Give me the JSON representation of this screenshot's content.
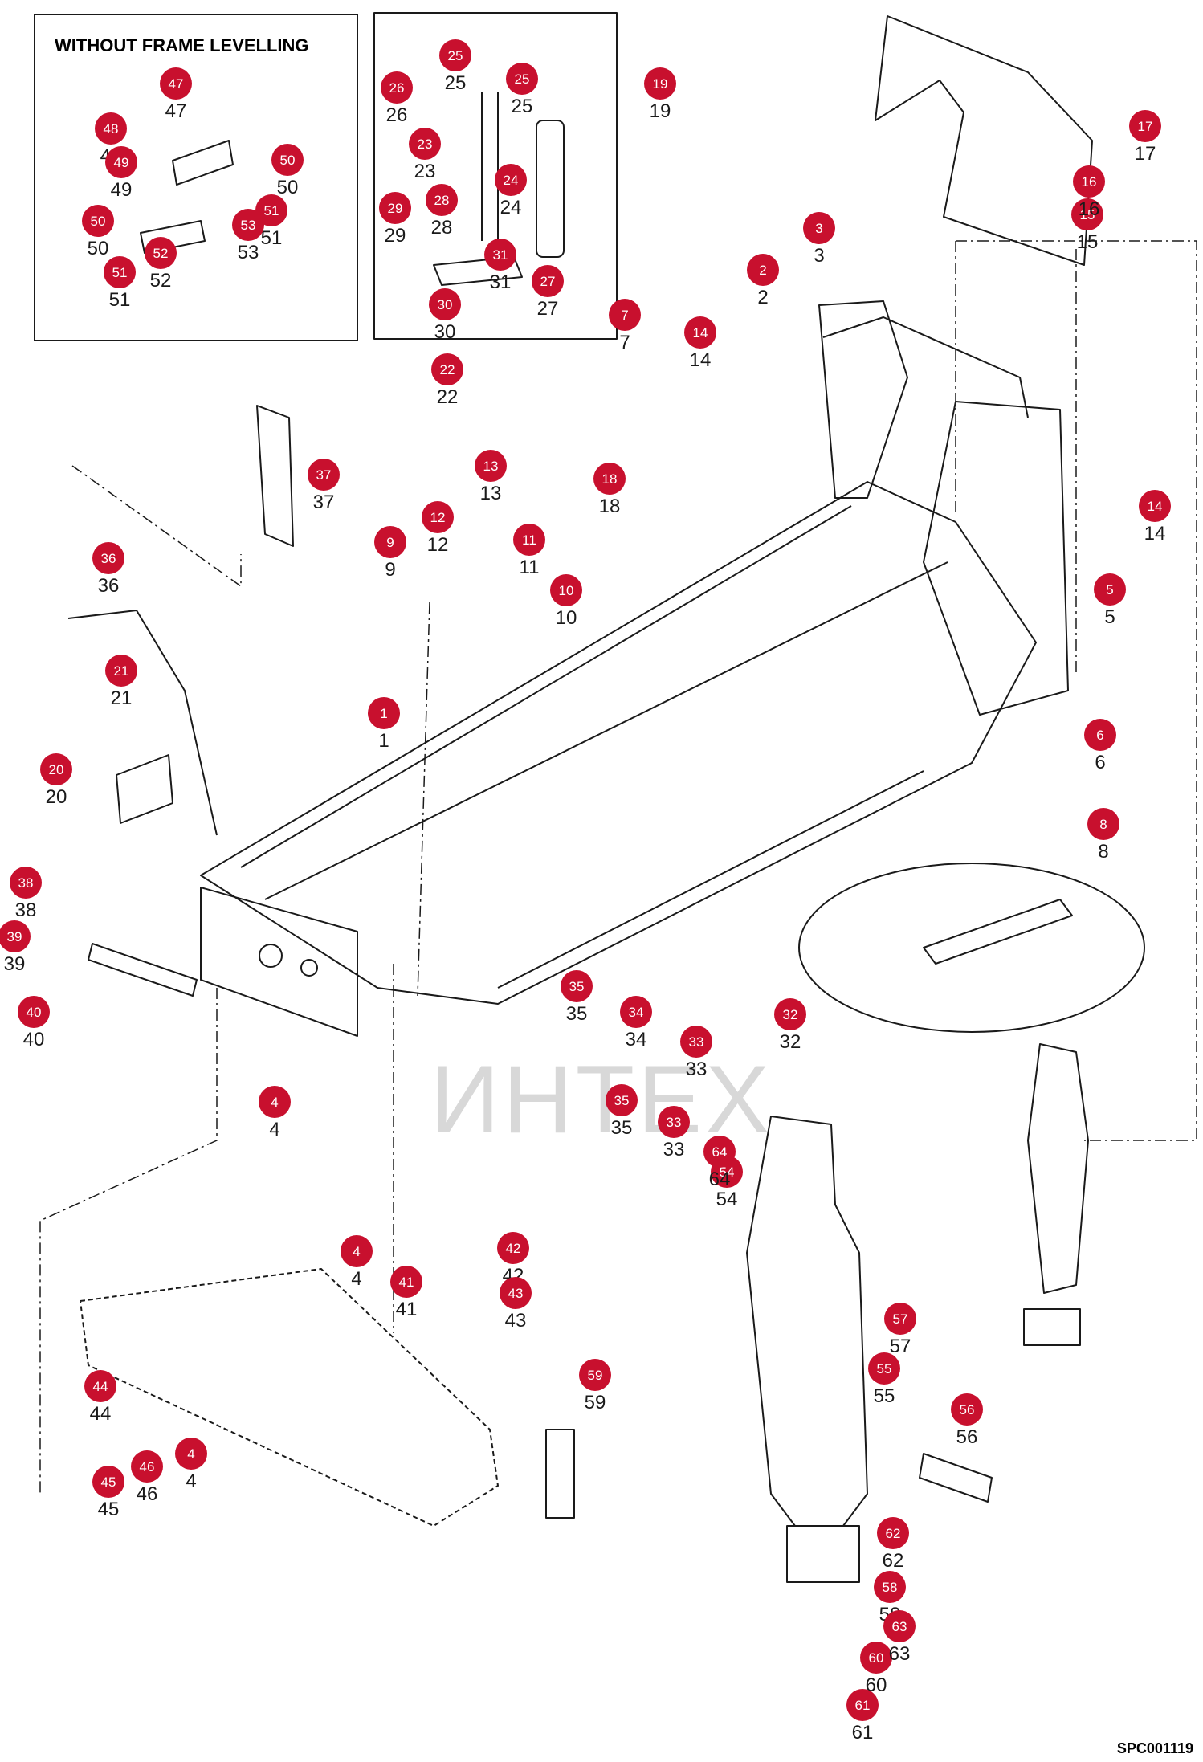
{
  "inset_title": "WITHOUT FRAME LEVELLING",
  "diagram_code": "SPC001119",
  "watermark": "ИНТЕХ",
  "colors": {
    "callout": "#c8102e",
    "line": "#1a1a1a",
    "watermark": "#d8d8d8"
  },
  "callouts": [
    {
      "n": "1",
      "label": "1"
    },
    {
      "n": "2",
      "label": "2"
    },
    {
      "n": "3",
      "label": "3"
    },
    {
      "n": "4a",
      "label": "4"
    },
    {
      "n": "4b",
      "label": "4"
    },
    {
      "n": "4c",
      "label": "4"
    },
    {
      "n": "5",
      "label": "5"
    },
    {
      "n": "6",
      "label": "6"
    },
    {
      "n": "7",
      "label": "7"
    },
    {
      "n": "8",
      "label": "8"
    },
    {
      "n": "9",
      "label": "9"
    },
    {
      "n": "10",
      "label": "10"
    },
    {
      "n": "11",
      "label": "11"
    },
    {
      "n": "12",
      "label": "12"
    },
    {
      "n": "13",
      "label": "13"
    },
    {
      "n": "14a",
      "label": "14"
    },
    {
      "n": "14b",
      "label": "14"
    },
    {
      "n": "15",
      "label": "15"
    },
    {
      "n": "16",
      "label": "16"
    },
    {
      "n": "17",
      "label": "17"
    },
    {
      "n": "18",
      "label": "18"
    },
    {
      "n": "19",
      "label": "19"
    },
    {
      "n": "20",
      "label": "20"
    },
    {
      "n": "21",
      "label": "21"
    },
    {
      "n": "22",
      "label": "22"
    },
    {
      "n": "23",
      "label": "23"
    },
    {
      "n": "24",
      "label": "24"
    },
    {
      "n": "25a",
      "label": "25"
    },
    {
      "n": "25b",
      "label": "25"
    },
    {
      "n": "26",
      "label": "26"
    },
    {
      "n": "27",
      "label": "27"
    },
    {
      "n": "28",
      "label": "28"
    },
    {
      "n": "29",
      "label": "29"
    },
    {
      "n": "30",
      "label": "30"
    },
    {
      "n": "31",
      "label": "31"
    },
    {
      "n": "32",
      "label": "32"
    },
    {
      "n": "33a",
      "label": "33"
    },
    {
      "n": "33b",
      "label": "33"
    },
    {
      "n": "34",
      "label": "34"
    },
    {
      "n": "35a",
      "label": "35"
    },
    {
      "n": "35b",
      "label": "35"
    },
    {
      "n": "36",
      "label": "36"
    },
    {
      "n": "37",
      "label": "37"
    },
    {
      "n": "38",
      "label": "38"
    },
    {
      "n": "39",
      "label": "39"
    },
    {
      "n": "40",
      "label": "40"
    },
    {
      "n": "41",
      "label": "41"
    },
    {
      "n": "42",
      "label": "42"
    },
    {
      "n": "43",
      "label": "43"
    },
    {
      "n": "44",
      "label": "44"
    },
    {
      "n": "45",
      "label": "45"
    },
    {
      "n": "46",
      "label": "46"
    },
    {
      "n": "47",
      "label": "47"
    },
    {
      "n": "48",
      "label": "48"
    },
    {
      "n": "49",
      "label": "49"
    },
    {
      "n": "50a",
      "label": "50"
    },
    {
      "n": "50b",
      "label": "50"
    },
    {
      "n": "51a",
      "label": "51"
    },
    {
      "n": "51b",
      "label": "51"
    },
    {
      "n": "52",
      "label": "52"
    },
    {
      "n": "53",
      "label": "53"
    },
    {
      "n": "54",
      "label": "54"
    },
    {
      "n": "55",
      "label": "55"
    },
    {
      "n": "56",
      "label": "56"
    },
    {
      "n": "57",
      "label": "57"
    },
    {
      "n": "58",
      "label": "58"
    },
    {
      "n": "59",
      "label": "59"
    },
    {
      "n": "60",
      "label": "60"
    },
    {
      "n": "61",
      "label": "61"
    },
    {
      "n": "62",
      "label": "62"
    },
    {
      "n": "63",
      "label": "63"
    },
    {
      "n": "64",
      "label": "64"
    }
  ]
}
